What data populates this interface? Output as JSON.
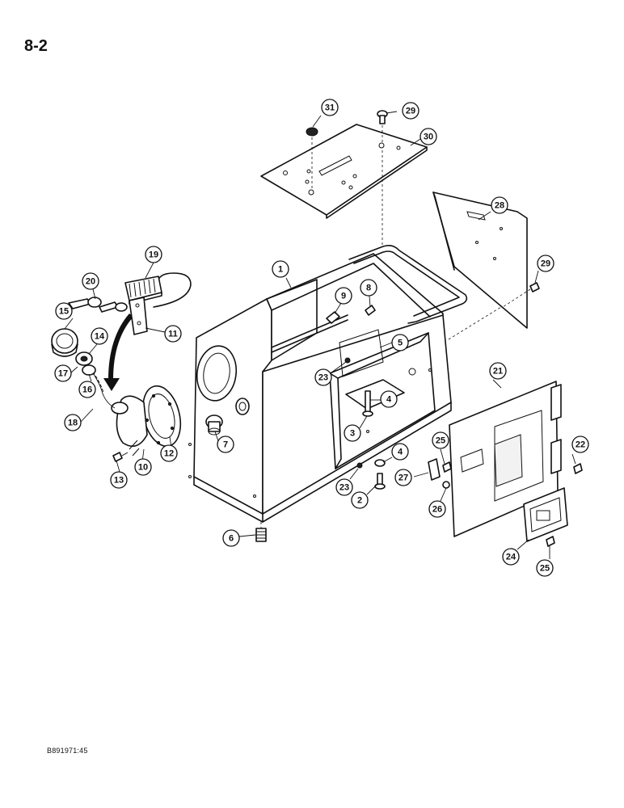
{
  "page_number": "8-2",
  "document_code": "B891971:45",
  "callouts": [
    {
      "label": "31",
      "part": "31"
    },
    {
      "label": "29",
      "part": "29"
    },
    {
      "label": "30",
      "part": "30"
    },
    {
      "label": "28",
      "part": "28"
    },
    {
      "label": "29",
      "part": "29"
    },
    {
      "label": "19",
      "part": "19"
    },
    {
      "label": "20",
      "part": "20"
    },
    {
      "label": "1",
      "part": "1"
    },
    {
      "label": "9",
      "part": "9"
    },
    {
      "label": "8",
      "part": "8"
    },
    {
      "label": "15",
      "part": "15"
    },
    {
      "label": "11",
      "part": "11"
    },
    {
      "label": "14",
      "part": "14"
    },
    {
      "label": "5",
      "part": "5"
    },
    {
      "label": "17",
      "part": "17"
    },
    {
      "label": "16",
      "part": "16"
    },
    {
      "label": "23",
      "part": "23"
    },
    {
      "label": "21",
      "part": "21"
    },
    {
      "label": "4",
      "part": "4"
    },
    {
      "label": "18",
      "part": "18"
    },
    {
      "label": "3",
      "part": "3"
    },
    {
      "label": "12",
      "part": "12"
    },
    {
      "label": "25",
      "part": "25"
    },
    {
      "label": "7",
      "part": "7"
    },
    {
      "label": "22",
      "part": "22"
    },
    {
      "label": "13",
      "part": "13"
    },
    {
      "label": "10",
      "part": "10"
    },
    {
      "label": "4",
      "part": "4"
    },
    {
      "label": "27",
      "part": "27"
    },
    {
      "label": "23",
      "part": "23"
    },
    {
      "label": "2",
      "part": "2"
    },
    {
      "label": "26",
      "part": "26"
    },
    {
      "label": "6",
      "part": "6"
    },
    {
      "label": "24",
      "part": "24"
    },
    {
      "label": "25",
      "part": "25"
    }
  ]
}
